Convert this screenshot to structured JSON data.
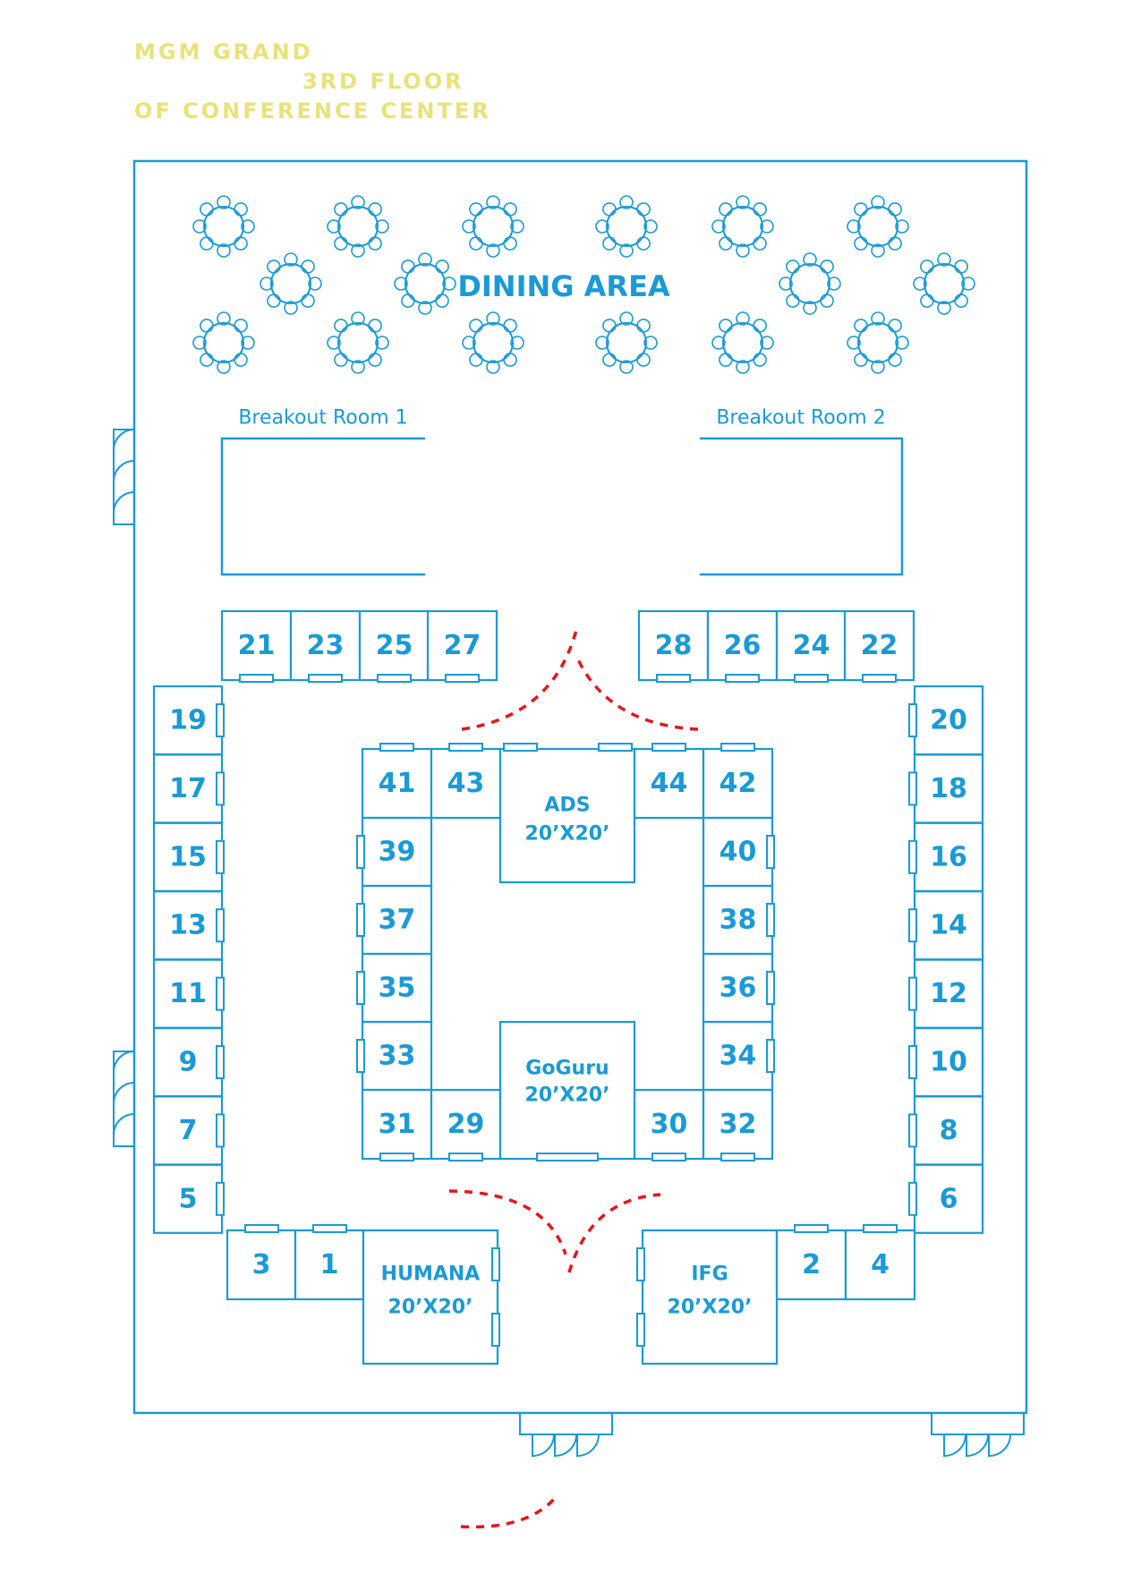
{
  "header": {
    "line1": "MGM GRAND",
    "line2": "3RD FLOOR",
    "line3": "OF CONFERENCE CENTER",
    "color": "#e8e27a"
  },
  "colors": {
    "line": "#1a9ad6",
    "label": "#1a9ad6",
    "arrow": "#e8141c"
  },
  "dining_area": {
    "label": "DINING AREA"
  },
  "breakout_rooms": [
    {
      "label": "Breakout Room 1"
    },
    {
      "label": "Breakout Room 2"
    }
  ],
  "booths": {
    "b21": "21",
    "b23": "23",
    "b25": "25",
    "b27": "27",
    "b28": "28",
    "b26": "26",
    "b24": "24",
    "b22": "22",
    "b19": "19",
    "b17": "17",
    "b15": "15",
    "b13": "13",
    "b11": "11",
    "b9": "9",
    "b7": "7",
    "b5": "5",
    "b20": "20",
    "b18": "18",
    "b16": "16",
    "b14": "14",
    "b12": "12",
    "b10": "10",
    "b8": "8",
    "b6": "6",
    "b41": "41",
    "b43": "43",
    "b44": "44",
    "b42": "42",
    "b39": "39",
    "b37": "37",
    "b35": "35",
    "b33": "33",
    "b40": "40",
    "b38": "38",
    "b36": "36",
    "b34": "34",
    "b31": "31",
    "b29": "29",
    "b30": "30",
    "b32": "32",
    "b3": "3",
    "b1": "1",
    "b2": "2",
    "b4": "4"
  },
  "sponsors": {
    "ads": {
      "name": "ADS",
      "size": "20’X20’"
    },
    "goguru": {
      "name": "GoGuru",
      "size": "20’X20’"
    },
    "humana": {
      "name": "HUMANA",
      "size": "20’X20’"
    },
    "ifg": {
      "name": "IFG",
      "size": "20’X20’"
    }
  }
}
